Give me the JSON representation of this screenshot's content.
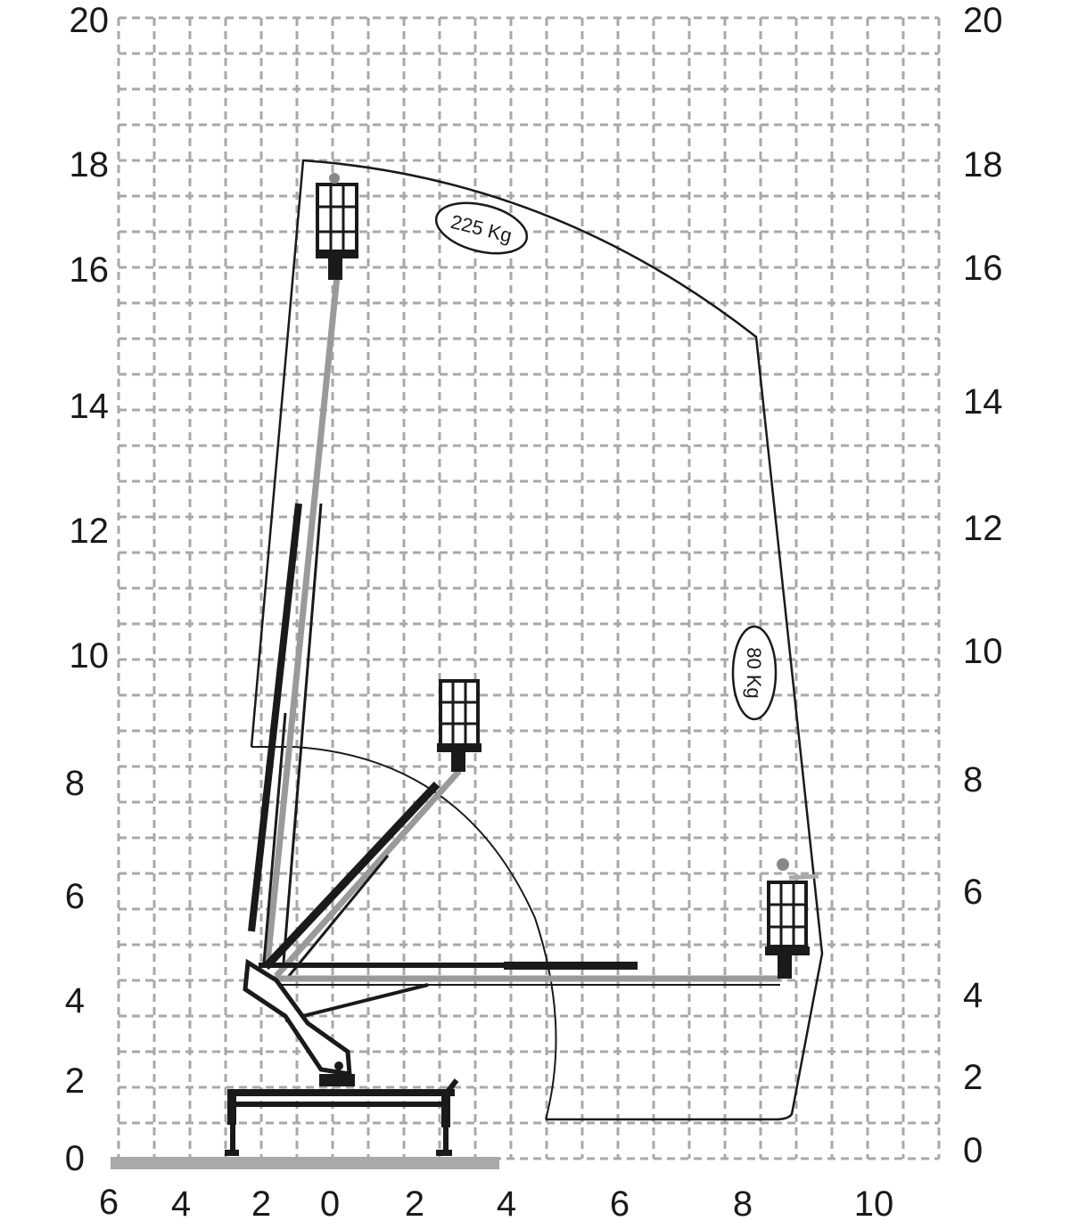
{
  "diagram": {
    "type": "working-range",
    "y_axis_left_labels": [
      "20",
      "18",
      "16",
      "14",
      "12",
      "10",
      "8",
      "6",
      "4",
      "2",
      "0"
    ],
    "y_axis_right_labels": [
      "20",
      "18",
      "16",
      "14",
      "12",
      "10",
      "8",
      "6",
      "4",
      "2",
      "0"
    ],
    "x_axis_labels": [
      "6",
      "4",
      "2",
      "0",
      "2",
      "4",
      "6",
      "8",
      "10"
    ],
    "load_labels": {
      "outer": "225 Kg",
      "inner": "80 Kg"
    },
    "colors": {
      "grid": "#a8a8a8",
      "ink": "#1a1a1a",
      "boom_grey": "#9a9a9a",
      "ground": "#a9a9a9"
    }
  }
}
